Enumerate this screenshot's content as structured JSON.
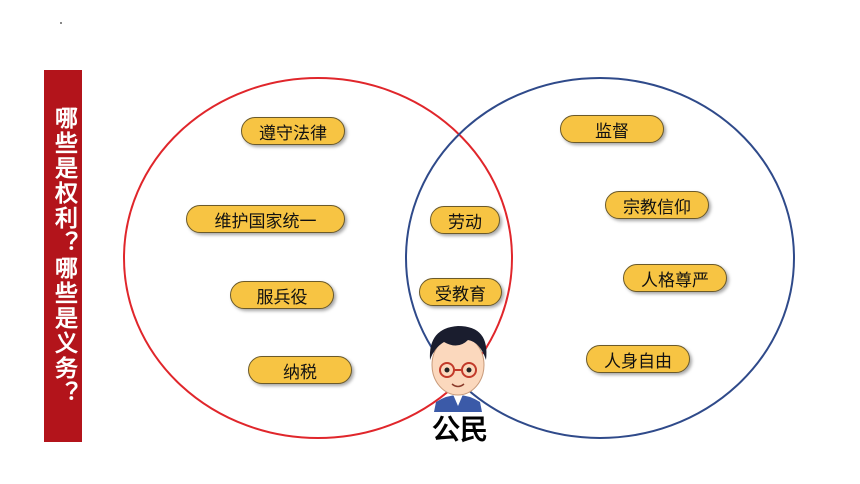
{
  "banner": {
    "text": "哪些是权利？哪些是义务？"
  },
  "left_items": [
    "遵守法律",
    "维护国家统一",
    "服兵役",
    "纳税"
  ],
  "overlap_items": [
    "劳动",
    "受教育"
  ],
  "right_items": [
    "监督",
    "宗教信仰",
    "人格尊严",
    "人身自由"
  ],
  "center": {
    "label": "公民"
  },
  "colors": {
    "left_circle": "#e0262b",
    "right_circle": "#2f4a8a",
    "pill_fill": "#f7c443",
    "banner_bg": "#b3141b"
  }
}
